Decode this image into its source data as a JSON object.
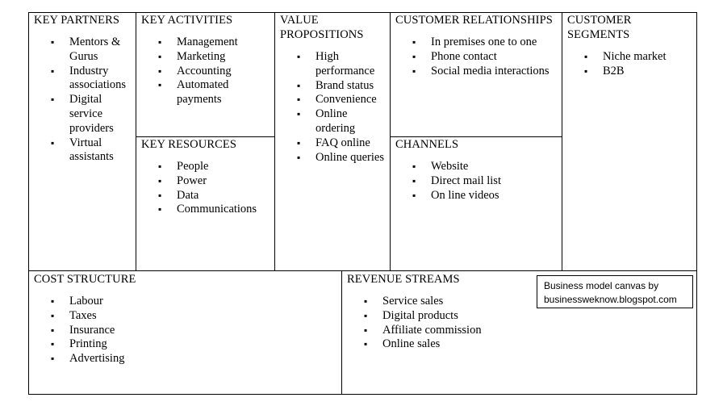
{
  "key_partners": {
    "title": "KEY PARTNERS",
    "items": [
      "Mentors & Gurus",
      "Industry associations",
      "Digital service providers",
      "Virtual assistants"
    ]
  },
  "key_activities": {
    "title": "KEY ACTIVITIES",
    "items": [
      "Management",
      "Marketing",
      "Accounting",
      "Automated payments"
    ]
  },
  "key_resources": {
    "title": "KEY RESOURCES",
    "items": [
      "People",
      "Power",
      "Data",
      "Communications"
    ]
  },
  "value_propositions": {
    "title": "VALUE PROPOSITIONS",
    "items": [
      "High performance",
      "Brand status",
      "Convenience",
      "Online ordering",
      "FAQ online",
      "Online queries"
    ]
  },
  "customer_relationships": {
    "title": "CUSTOMER RELATIONSHIPS",
    "items": [
      "In premises one to one",
      "Phone contact",
      "Social media interactions"
    ]
  },
  "channels": {
    "title": "CHANNELS",
    "items": [
      "Website",
      "Direct mail list",
      "On line videos"
    ]
  },
  "customer_segments": {
    "title": "CUSTOMER SEGMENTS",
    "items": [
      "Niche market",
      "B2B"
    ]
  },
  "cost_structure": {
    "title": "COST STRUCTURE",
    "items": [
      "Labour",
      "Taxes",
      "Insurance",
      "Printing",
      "Advertising"
    ]
  },
  "revenue_streams": {
    "title": "REVENUE STREAMS",
    "items": [
      "Service sales",
      "Digital products",
      "Affiliate commission",
      "Online sales"
    ]
  },
  "credit": {
    "line1": "Business model canvas by",
    "line2": "businessweknow.blogspot.com"
  }
}
